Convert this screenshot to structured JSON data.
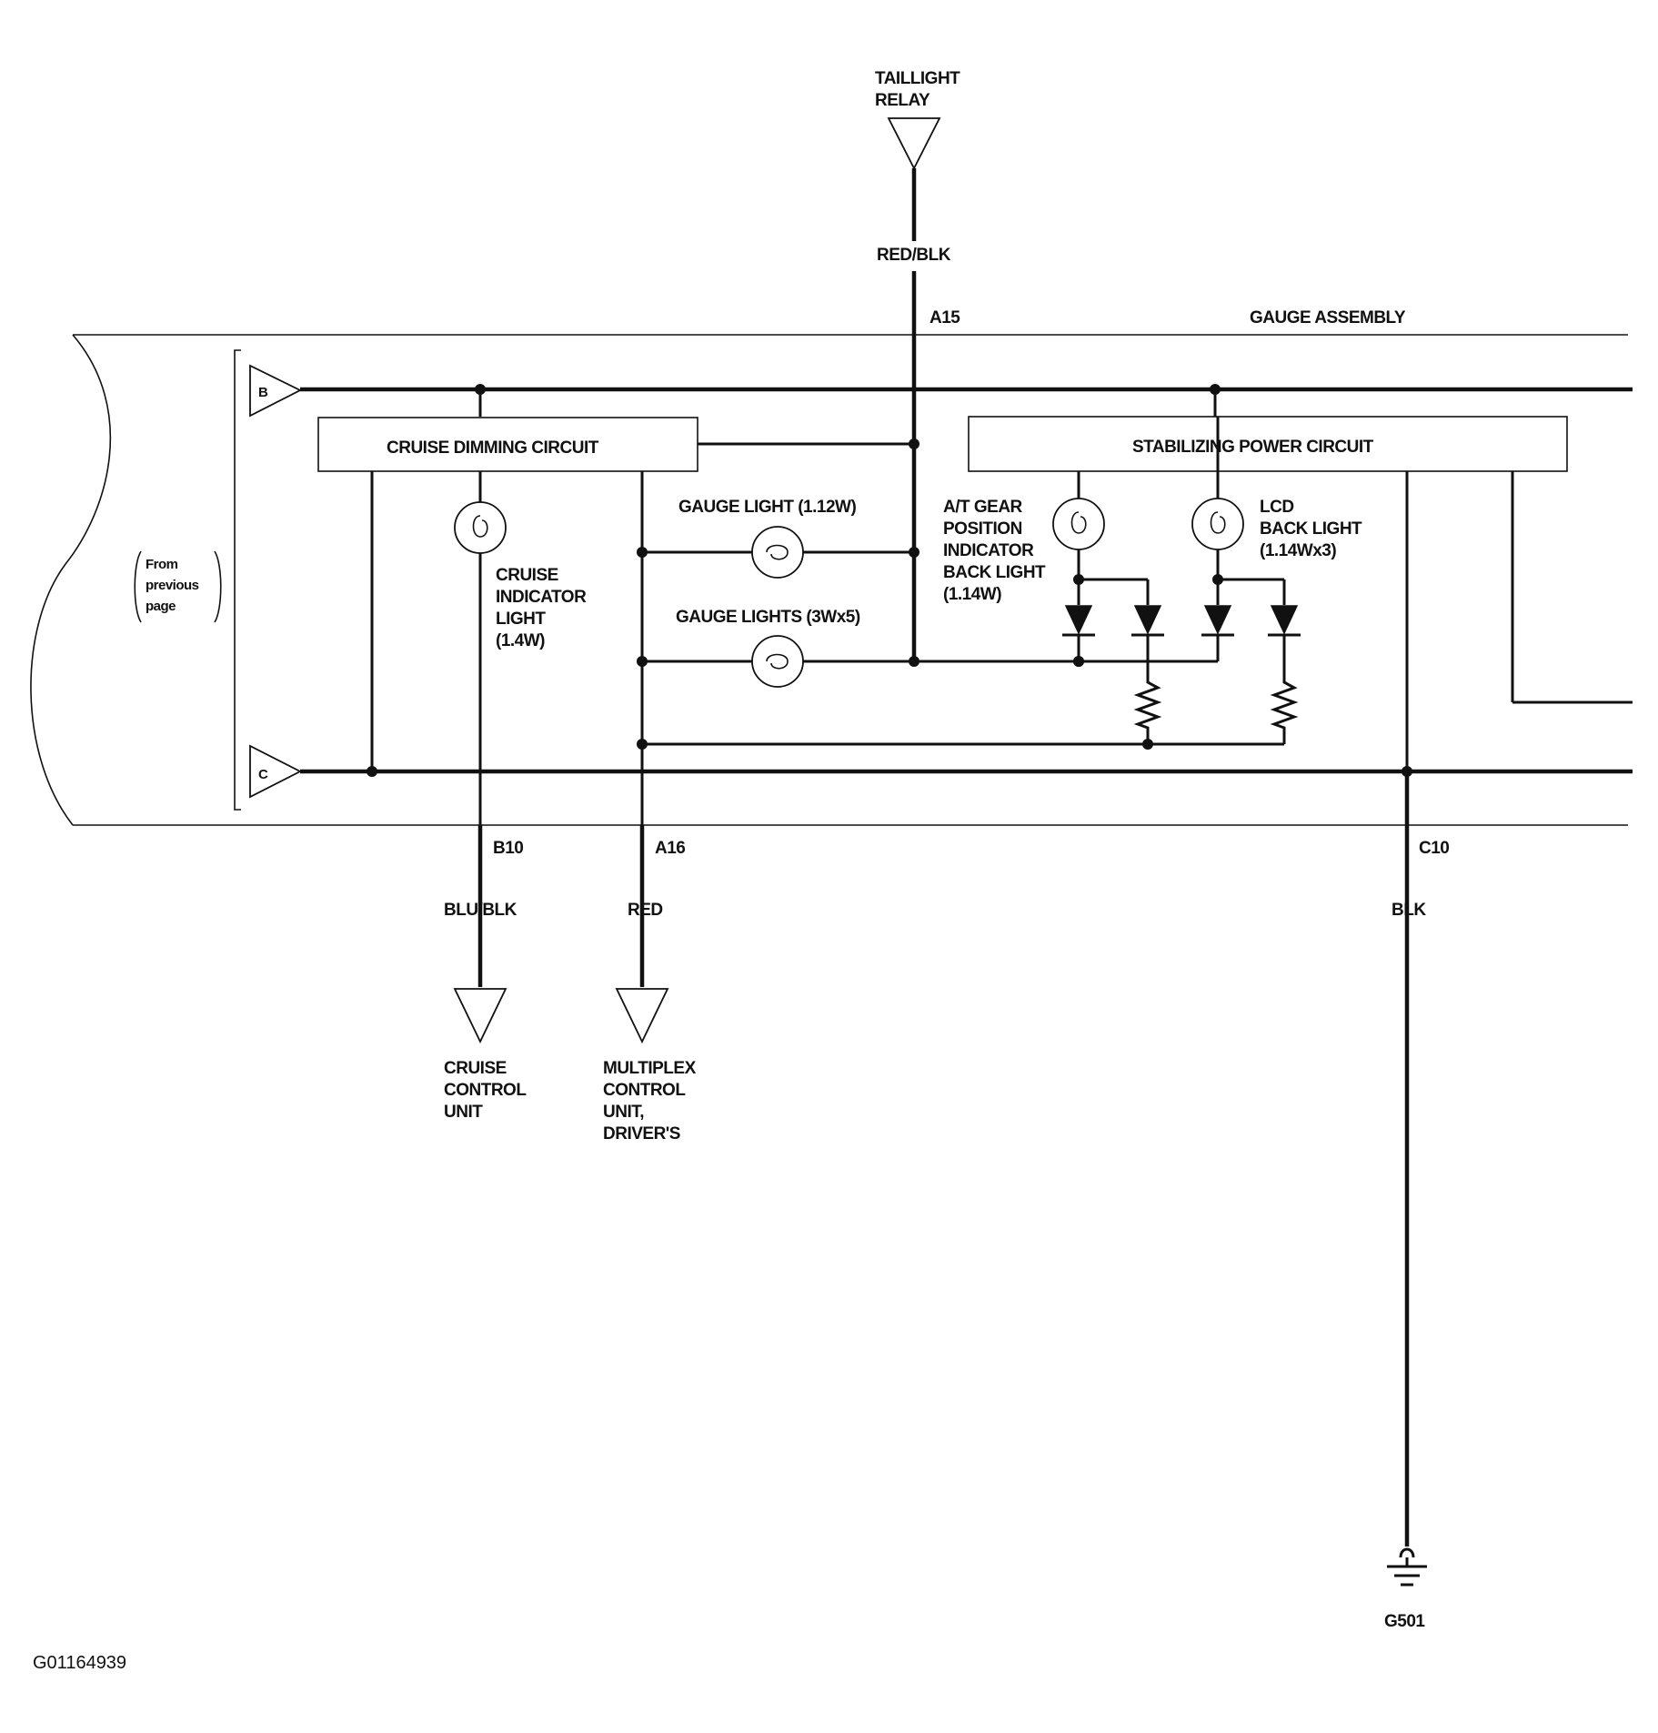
{
  "connectors": {
    "taillight_relay": [
      "TAILLIGHT",
      "RELAY"
    ],
    "cruise_control_unit": [
      "CRUISE",
      "CONTROL",
      "UNIT"
    ],
    "multiplex_control_unit": [
      "MULTIPLEX",
      "CONTROL",
      "UNIT,",
      "DRIVER'S"
    ]
  },
  "wires": {
    "red_blk": "RED/BLK",
    "blu_blk": "BLU/BLK",
    "red": "RED",
    "blk": "BLK"
  },
  "pins": {
    "a15": "A15",
    "b10": "B10",
    "a16": "A16",
    "c10": "C10"
  },
  "assembly": {
    "title": "GAUGE ASSEMBLY",
    "from_previous_page": [
      "From",
      "previous",
      "page"
    ],
    "bus_b": "B",
    "bus_c": "C"
  },
  "circuits": {
    "cruise_dimming": "CRUISE DIMMING CIRCUIT",
    "stabilizing_power": "STABILIZING POWER CIRCUIT"
  },
  "lights": {
    "cruise_indicator": [
      "CRUISE",
      "INDICATOR",
      "LIGHT",
      "(1.4W)"
    ],
    "gauge_light": "GAUGE LIGHT (1.12W)",
    "gauge_lights": "GAUGE LIGHTS (3Wx5)",
    "at_gear": [
      "A/T GEAR",
      "POSITION",
      "INDICATOR",
      "BACK LIGHT",
      "(1.14W)"
    ],
    "lcd_back_light": [
      "LCD",
      "BACK LIGHT",
      "(1.14Wx3)"
    ]
  },
  "ground": "G501",
  "figure_id": "G01164939"
}
